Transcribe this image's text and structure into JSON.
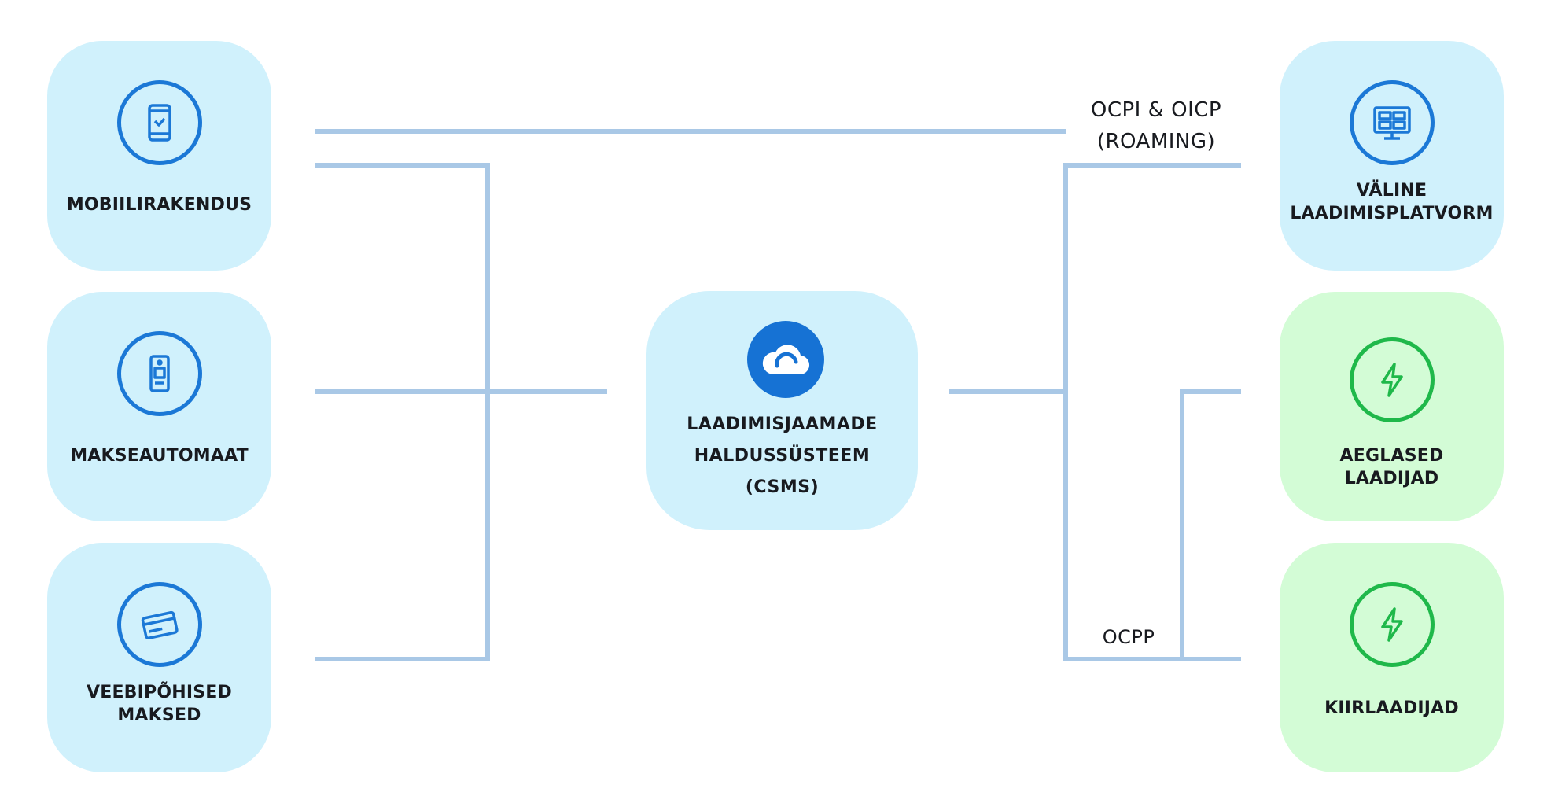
{
  "diagram": {
    "left_nodes": [
      {
        "label_line1": "MOBIILIRAKENDUS",
        "label_line2": "",
        "icon": "mobile-app-icon"
      },
      {
        "label_line1": "MAKSEAUTOMAAT",
        "label_line2": "",
        "icon": "payment-terminal-icon"
      },
      {
        "label_line1": "VEEBIPÕHISED",
        "label_line2": "MAKSED",
        "icon": "credit-card-icon"
      }
    ],
    "center_node": {
      "label_line1": "LAADIMISJAAMADE",
      "label_line2": "HALDUSSÜSTEEM",
      "label_line3": "(CSMS)",
      "icon": "cloud-icon"
    },
    "right_nodes": [
      {
        "label_line1": "VÄLINE",
        "label_line2": "LAADIMISPLATVORM",
        "icon": "dashboard-monitor-icon"
      },
      {
        "label_line1": "AEGLASED",
        "label_line2": "LAADIJAD",
        "icon": "lightning-bolt-icon"
      },
      {
        "label_line1": "KIIRLAADIJAD",
        "label_line2": "",
        "icon": "lightning-bolt-icon"
      }
    ],
    "protocols": {
      "roaming_line1": "OCPI & OICP",
      "roaming_line2": "(ROAMING)",
      "charger": "OCPP"
    },
    "colors": {
      "node_blue": "#d0f1fc",
      "node_green": "#d3fcd6",
      "connector": "#a9c8e6",
      "icon_blue": "#1b78d6",
      "icon_green": "#1fb84a"
    }
  }
}
